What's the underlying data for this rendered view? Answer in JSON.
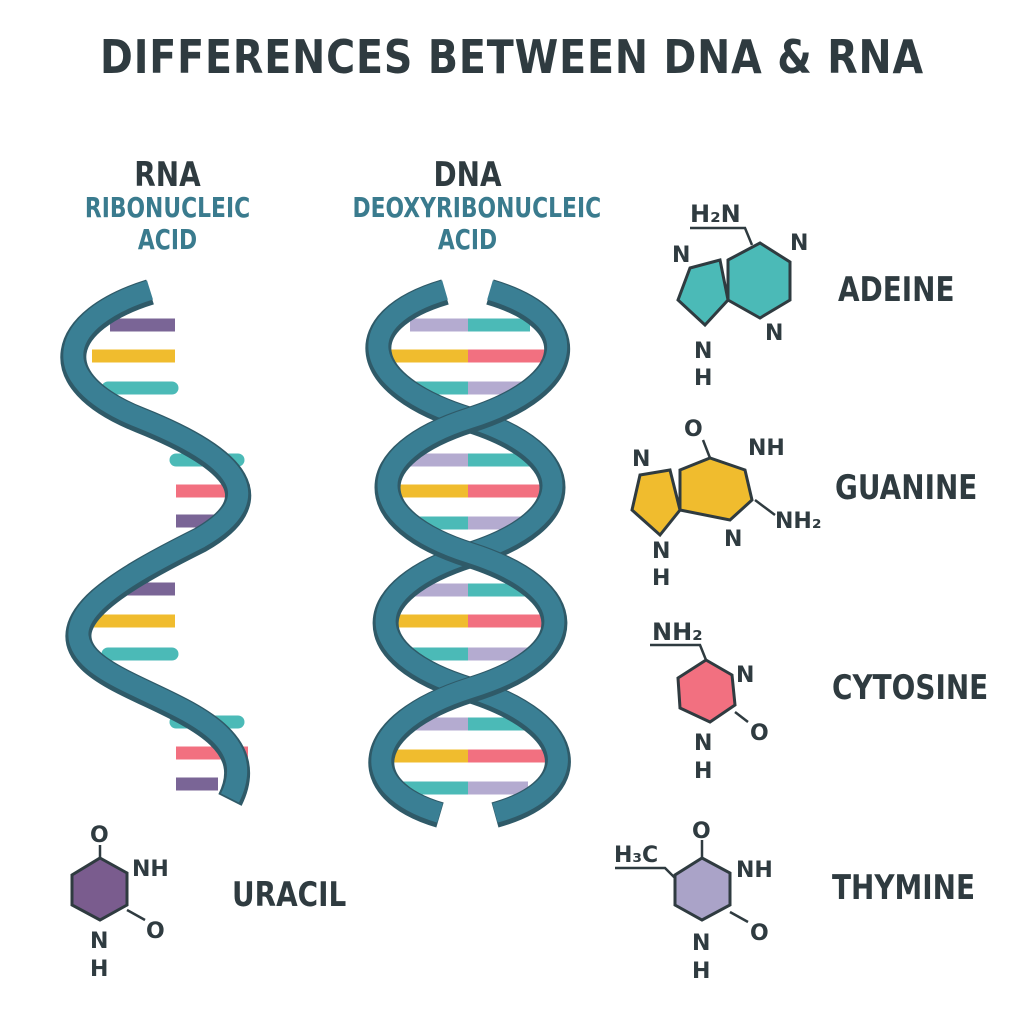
{
  "title": "DIFFERENCES BETWEEN DNA & RNA",
  "rna": {
    "abbr": "RNA",
    "name_line1": "RIBONUCLEIC",
    "name_line2": "ACID"
  },
  "dna": {
    "abbr": "DNA",
    "name_line1": "DEOXYRIBONUCLEIC",
    "name_line2": "ACID"
  },
  "bases": {
    "adenine": {
      "name": "ADEINE",
      "color": "#4bbab7",
      "atoms": {
        "amine": "H₂N",
        "n_ring_left": "N",
        "n_top_right": "N",
        "n_bottom_right": "N",
        "nh_n": "N",
        "nh_h": "H"
      }
    },
    "guanine": {
      "name": "GUANINE",
      "color": "#f0bc2e",
      "atoms": {
        "oxygen": "O",
        "nh": "NH",
        "n_left": "N",
        "amine": "NH₂",
        "n_bottom": "N",
        "nh_n": "N",
        "nh_h": "H"
      }
    },
    "cytosine": {
      "name": "CYTOSINE",
      "color": "#f27080",
      "atoms": {
        "amine": "NH₂",
        "n_right": "N",
        "oxygen": "O",
        "nh_n": "N",
        "nh_h": "H"
      }
    },
    "thymine": {
      "name": "THYMINE",
      "color": "#aaa3c8",
      "atoms": {
        "oxygen_top": "O",
        "methyl": "H₃C",
        "nh": "NH",
        "oxygen_bottom": "O",
        "nh_n": "N",
        "nh_h": "H"
      }
    },
    "uracil": {
      "name": "URACIL",
      "color": "#7a5c8e",
      "atoms": {
        "oxygen_top": "O",
        "nh": "NH",
        "oxygen_bottom": "O",
        "nh_n": "N",
        "nh_h": "H"
      }
    }
  },
  "colors": {
    "backbone": "#3a7f94",
    "backbone_dark": "#2f5a68",
    "text": "#2f3b40",
    "accent_text": "#3a7b8e",
    "purple_rung": "#7a6596",
    "lavender_rung": "#b4abd0",
    "yellow_rung": "#f0bc2e",
    "teal_rung": "#4bbab7",
    "pink_rung": "#f27080"
  }
}
